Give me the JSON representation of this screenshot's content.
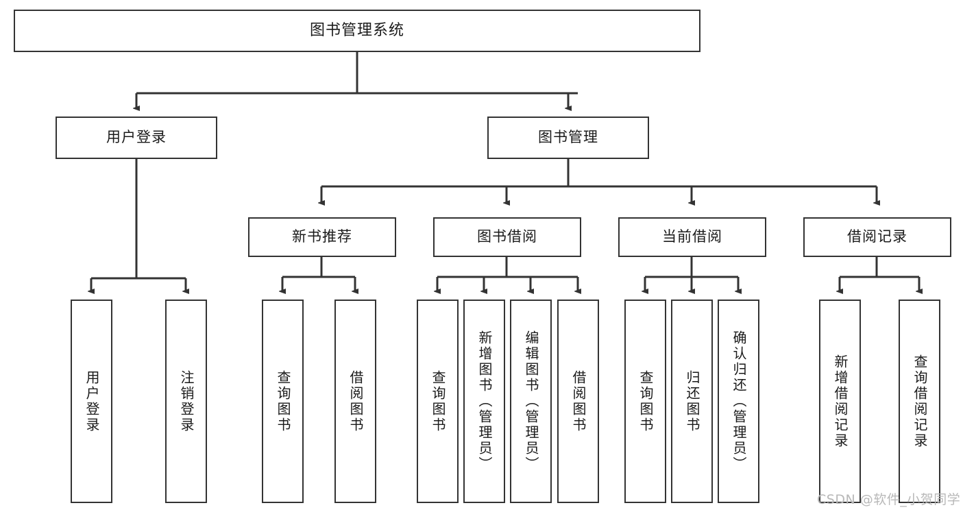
{
  "diagram": {
    "title": "图书管理系统",
    "type": "tree-hierarchy-chart",
    "colors": {
      "box_border": "#333333",
      "box_fill": "#ffffff",
      "edge": "#333333",
      "text": "#1a1a1a",
      "watermark": "#b8b8b8"
    },
    "watermark": "CSDN @软件_小贺同学"
  },
  "nodes": {
    "root": {
      "label": "图书管理系统"
    },
    "level1": [
      {
        "id": "user-login",
        "label": "用户登录"
      },
      {
        "id": "book-management",
        "label": "图书管理"
      }
    ],
    "level2": [
      {
        "id": "new-book-recommend",
        "label": "新书推荐"
      },
      {
        "id": "book-borrow",
        "label": "图书借阅"
      },
      {
        "id": "current-borrow",
        "label": "当前借阅"
      },
      {
        "id": "borrow-record",
        "label": "借阅记录"
      }
    ],
    "leaves": {
      "user_login": [
        {
          "id": "leaf-user-login",
          "label": "用户登录"
        },
        {
          "id": "leaf-logout",
          "label": "注销登录"
        }
      ],
      "new_book_recommend": [
        {
          "id": "leaf-query-book-1",
          "label": "查询图书"
        },
        {
          "id": "leaf-borrow-book-1",
          "label": "借阅图书"
        }
      ],
      "book_borrow": [
        {
          "id": "leaf-query-book-2",
          "label": "查询图书"
        },
        {
          "id": "leaf-add-book",
          "label": "新增图书（管理员）"
        },
        {
          "id": "leaf-edit-book",
          "label": "编辑图书（管理员）"
        },
        {
          "id": "leaf-borrow-book-2",
          "label": "借阅图书"
        }
      ],
      "current_borrow": [
        {
          "id": "leaf-query-book-3",
          "label": "查询图书"
        },
        {
          "id": "leaf-return-book",
          "label": "归还图书"
        },
        {
          "id": "leaf-confirm-return",
          "label": "确认归还（管理员）"
        }
      ],
      "borrow_record": [
        {
          "id": "leaf-add-record",
          "label": "新增借阅记录"
        },
        {
          "id": "leaf-query-record",
          "label": "查询借阅记录"
        }
      ]
    }
  }
}
